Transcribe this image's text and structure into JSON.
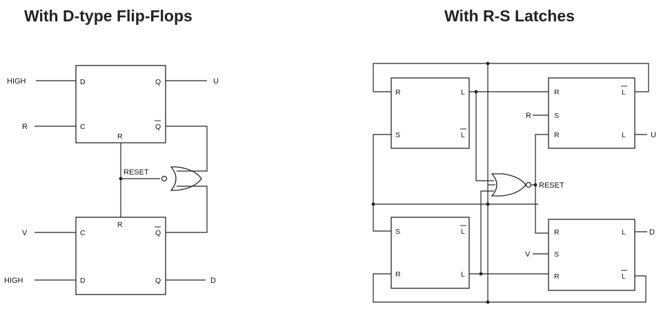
{
  "titles": {
    "left": "With D-type Flip-Flops",
    "right": "With R-S Latches"
  },
  "left_circuit": {
    "inputs": {
      "high_top": "HIGH",
      "r": "R",
      "v": "V",
      "high_bottom": "HIGH"
    },
    "outputs": {
      "u": "U",
      "d": "D"
    },
    "ff1_pins": {
      "d": "D",
      "c": "C",
      "q": "Q",
      "qbar": "Q",
      "r": "R"
    },
    "ff2_pins": {
      "c": "C",
      "d": "D",
      "q": "Q",
      "qbar": "Q",
      "r": "R"
    },
    "gate_label": "RESET"
  },
  "right_circuit": {
    "inputs": {
      "r": "R",
      "v": "V"
    },
    "outputs": {
      "u": "U",
      "d": "D"
    },
    "latch_tl_pins": {
      "r": "R",
      "s": "S",
      "l": "L",
      "lbar": "L"
    },
    "latch_tr_pins": {
      "r_top": "R",
      "s": "S",
      "r_bottom": "R",
      "lbar": "L",
      "l": "L"
    },
    "latch_bl_pins": {
      "s": "S",
      "r": "R",
      "lbar": "L",
      "l": "L"
    },
    "latch_br_pins": {
      "r_top": "R",
      "s": "S",
      "r_bottom": "R",
      "l": "L",
      "lbar": "L"
    },
    "gate_label": "RESET"
  }
}
